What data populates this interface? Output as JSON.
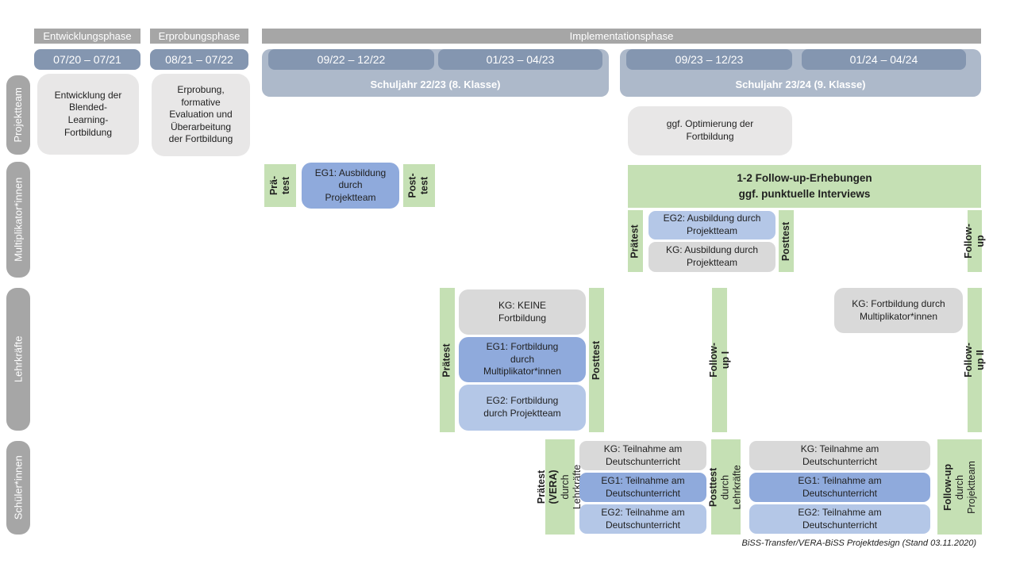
{
  "palette": {
    "gray": "#a6a6a6",
    "blue_dark": "#8496b0",
    "blue_mid": "#adb9ca",
    "box_gray": "#e8e7e7",
    "kg_gray": "#d9d9d9",
    "eg1_blue": "#8faadc",
    "eg2_blue": "#b4c7e7",
    "green": "#c5e0b4",
    "text": "#1f1f1f"
  },
  "header": {
    "phases": [
      "Entwicklungsphase",
      "Erprobungsphase",
      "Implementationsphase"
    ],
    "dates": [
      "07/20 – 07/21",
      "08/21 – 07/22",
      "09/22 – 12/22",
      "01/23 – 04/23",
      "09/23 – 12/23",
      "01/24 – 04/24"
    ],
    "school_years": [
      "Schuljahr 22/23 (8. Klasse)",
      "Schuljahr 23/24 (9. Klasse)"
    ]
  },
  "rows": [
    "Projektteam",
    "Multiplikator*innen",
    "Lehrkräfte",
    "Schüler*innen"
  ],
  "projektteam": {
    "entwicklung": "Entwicklung der\nBlended-\nLearning-\nFortbildung",
    "erprobung": "Erprobung,\nformative\nEvaluation und\nÜberarbeitung\nder Fortbildung",
    "optimierung": "ggf. Optimierung der\nFortbildung"
  },
  "multiplikatoren": {
    "praetest": "Prä-\ntest",
    "eg1": "EG1: Ausbildung\ndurch\nProjektteam",
    "posttest": "Post-\ntest",
    "followup_erhebungen": "1-2 Follow-up-Erhebungen\nggf. punktuelle Interviews",
    "praetest2": "Prätest",
    "eg2": "EG2: Ausbildung durch\nProjektteam",
    "kg": "KG: Ausbildung durch\nProjektteam",
    "posttest2": "Posttest",
    "followup": "Follow-up"
  },
  "lehrkraefte": {
    "praetest": "Prätest",
    "kg_keine": "KG: KEINE\nFortbildung",
    "eg1": "EG1: Fortbildung\ndurch\nMultiplikator*innen",
    "eg2": "EG2: Fortbildung\ndurch Projektteam",
    "posttest": "Posttest",
    "followup1": "Follow-up I",
    "kg_fortbildung": "KG: Fortbildung durch\nMultiplikator*innen",
    "followup2": "Follow-up II"
  },
  "schueler": {
    "praetest": "Prätest (VERA)",
    "praetest_sub": "durch Lehrkräfte",
    "kg": "KG: Teilnahme am\nDeutschunterricht",
    "eg1": "EG1: Teilnahme am\nDeutschunterricht",
    "eg2": "EG2: Teilnahme am\nDeutschunterricht",
    "posttest": "Posttest",
    "posttest_sub": "durch Lehrkräfte",
    "followup": "Follow-up",
    "followup_sub": "durch\nProjektteam"
  },
  "caption": "BiSS-Transfer/VERA-BiSS Projektdesign (Stand 03.11.2020)"
}
